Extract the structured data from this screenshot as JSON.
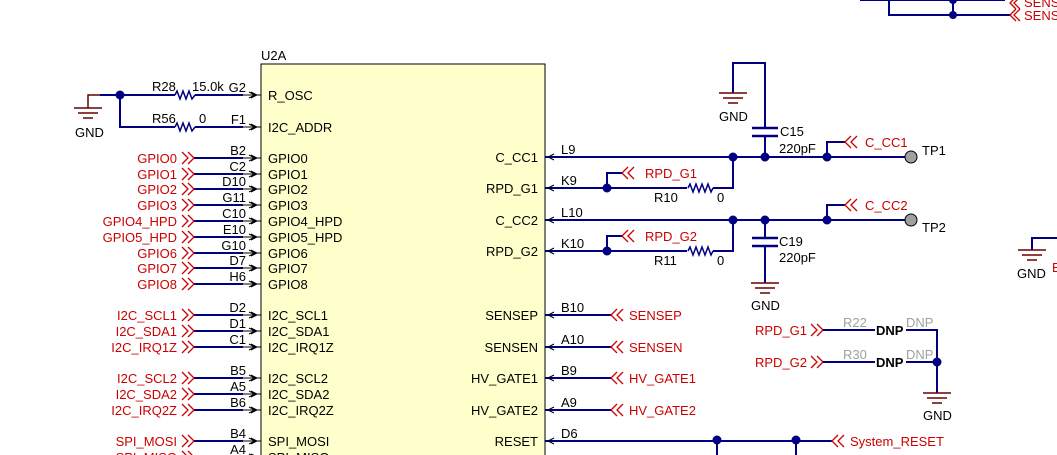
{
  "chip": {
    "ref": "U2A",
    "fill": "#ffffcc",
    "left_pins": [
      {
        "name": "R_OSC",
        "num": "G2"
      },
      {
        "name": "I2C_ADDR",
        "num": "F1"
      },
      {
        "name": "GPIO0",
        "num": "B2"
      },
      {
        "name": "GPIO1",
        "num": "C2"
      },
      {
        "name": "GPIO2",
        "num": "D10"
      },
      {
        "name": "GPIO3",
        "num": "G11"
      },
      {
        "name": "GPIO4_HPD",
        "num": "C10"
      },
      {
        "name": "GPIO5_HPD",
        "num": "E10"
      },
      {
        "name": "GPIO6",
        "num": "G10"
      },
      {
        "name": "GPIO7",
        "num": "D7"
      },
      {
        "name": "GPIO8",
        "num": "H6"
      },
      {
        "name": "I2C_SCL1",
        "num": "D2"
      },
      {
        "name": "I2C_SDA1",
        "num": "D1"
      },
      {
        "name": "I2C_IRQ1Z",
        "num": "C1"
      },
      {
        "name": "I2C_SCL2",
        "num": "B5"
      },
      {
        "name": "I2C_SDA2",
        "num": "A5"
      },
      {
        "name": "I2C_IRQ2Z",
        "num": "B6"
      },
      {
        "name": "SPI_MOSI",
        "num": "B4"
      },
      {
        "name": "SPI_MISO",
        "num": "A4"
      }
    ],
    "right_pins": [
      {
        "name": "C_CC1",
        "num": "L9"
      },
      {
        "name": "RPD_G1",
        "num": "K9"
      },
      {
        "name": "C_CC2",
        "num": "L10"
      },
      {
        "name": "RPD_G2",
        "num": "K10"
      },
      {
        "name": "SENSEP",
        "num": "B10"
      },
      {
        "name": "SENSEN",
        "num": "A10"
      },
      {
        "name": "HV_GATE1",
        "num": "B9"
      },
      {
        "name": "HV_GATE2",
        "num": "A9"
      },
      {
        "name": "RESET",
        "num": "D6"
      }
    ]
  },
  "left_nets": [
    "GPIO0",
    "GPIO1",
    "GPIO2",
    "GPIO3",
    "GPIO4_HPD",
    "GPIO5_HPD",
    "GPIO6",
    "GPIO7",
    "GPIO8",
    "I2C_SCL1",
    "I2C_SDA1",
    "I2C_IRQ1Z",
    "I2C_SCL2",
    "I2C_SDA2",
    "I2C_IRQ2Z",
    "SPI_MOSI",
    "SPI_MISO"
  ],
  "right_nets": [
    "SENSEP",
    "SENSEN",
    "HV_GATE1",
    "HV_GATE2",
    "System_RESET"
  ],
  "components": {
    "r28": {
      "ref": "R28",
      "value": "15.0k"
    },
    "r56": {
      "ref": "R56",
      "value": "0"
    },
    "r10": {
      "ref": "R10",
      "value": "0"
    },
    "r11": {
      "ref": "R11",
      "value": "0"
    },
    "c15": {
      "ref": "C15",
      "value": "220pF"
    },
    "c19": {
      "ref": "C19",
      "value": "220pF"
    },
    "r22": {
      "ref": "R22",
      "value": "DNP",
      "dnp": "DNP"
    },
    "r30": {
      "ref": "R30",
      "value": "DNP",
      "dnp": "DNP"
    },
    "tp1": "TP1",
    "tp2": "TP2"
  },
  "labels": {
    "gnd": "GND",
    "cc1_flag": "C_CC1",
    "cc2_flag": "C_CC2",
    "rpd_g1_flag": "RPD_G1",
    "rpd_g2_flag": "RPD_G2",
    "rpd_g1_dnp": "RPD_G1",
    "rpd_g2_dnp": "RPD_G2",
    "top_sens1": "SENS",
    "top_sens2": "SENS",
    "edge_e": "E"
  },
  "colors": {
    "wire": "#000080",
    "net_label": "#cc0000",
    "ground": "#660000",
    "dnp_text": "#a0a0a0"
  }
}
